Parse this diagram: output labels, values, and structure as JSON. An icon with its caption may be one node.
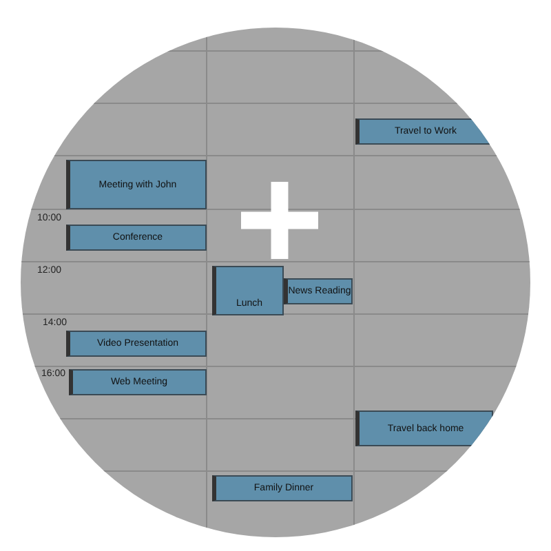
{
  "diagram": {
    "nodes": [
      {
        "text": [
          "Travel to Work"
        ]
      },
      {
        "text": [
          "Meeting with John"
        ]
      },
      {
        "text": [
          "Conference"
        ]
      },
      {
        "text": [
          "Lunch"
        ]
      },
      {
        "text": [
          "News Reading"
        ]
      },
      {
        "text": [
          "Video Presentation"
        ]
      },
      {
        "text": [
          "Web Meeting"
        ]
      },
      {
        "text": [
          "Travel back home"
        ]
      },
      {
        "text": [
          "Family Dinner"
        ]
      }
    ],
    "labels": [
      "10:00",
      "12:00",
      "14:00",
      "16:00"
    ]
  }
}
